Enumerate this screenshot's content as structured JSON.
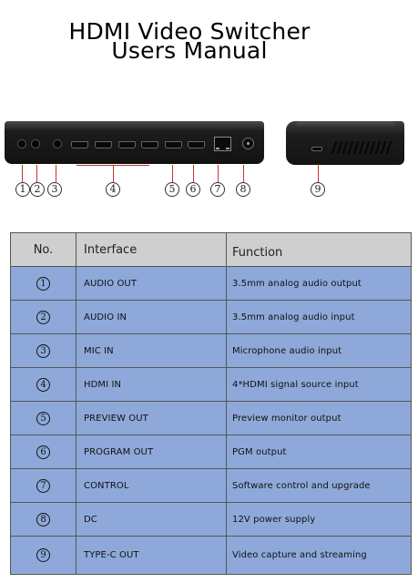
{
  "title_line1": "HDMI Video Switcher",
  "title_line2": "Users Manual",
  "markers": [
    "1",
    "2",
    "3",
    "4",
    "5",
    "6",
    "7",
    "8",
    "9"
  ],
  "colors": {
    "header_row": "#cfcfcf",
    "body_row": "#8ea9d9",
    "connector_line": "#c0392b",
    "device_body": "#1a1a1a"
  },
  "table": {
    "headers": {
      "no": "No.",
      "interface": "Interface",
      "function": "Function"
    },
    "rows": [
      {
        "no": "1",
        "interface": "AUDIO OUT",
        "function": "3.5mm analog audio output"
      },
      {
        "no": "2",
        "interface": "AUDIO IN",
        "function": "3.5mm analog audio input"
      },
      {
        "no": "3",
        "interface": "MIC IN",
        "function": "Microphone audio input"
      },
      {
        "no": "4",
        "interface": "HDMI IN",
        "function": "4*HDMI signal source input"
      },
      {
        "no": "5",
        "interface": "PREVIEW OUT",
        "function": "Preview monitor output"
      },
      {
        "no": "6",
        "interface": "PROGRAM OUT",
        "function": "PGM output"
      },
      {
        "no": "7",
        "interface": "CONTROL",
        "function": "Software control and upgrade"
      },
      {
        "no": "8",
        "interface": "DC",
        "function": "12V power supply"
      },
      {
        "no": "9",
        "interface": "TYPE-C OUT",
        "function": "Video capture and streaming"
      }
    ]
  }
}
